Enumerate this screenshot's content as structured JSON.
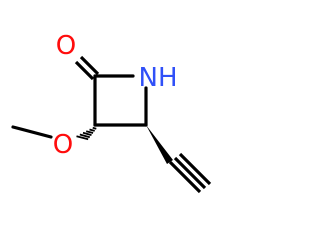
{
  "molecule": {
    "atoms": {
      "carbonyl_oxygen": "O",
      "ring_nitrogen": "NH",
      "methoxy_oxygen": "O"
    },
    "colors": {
      "bond": "#000000",
      "oxygen": "#ff0d0d",
      "nitrogen": "#3050f8",
      "background": "#ffffff"
    }
  }
}
